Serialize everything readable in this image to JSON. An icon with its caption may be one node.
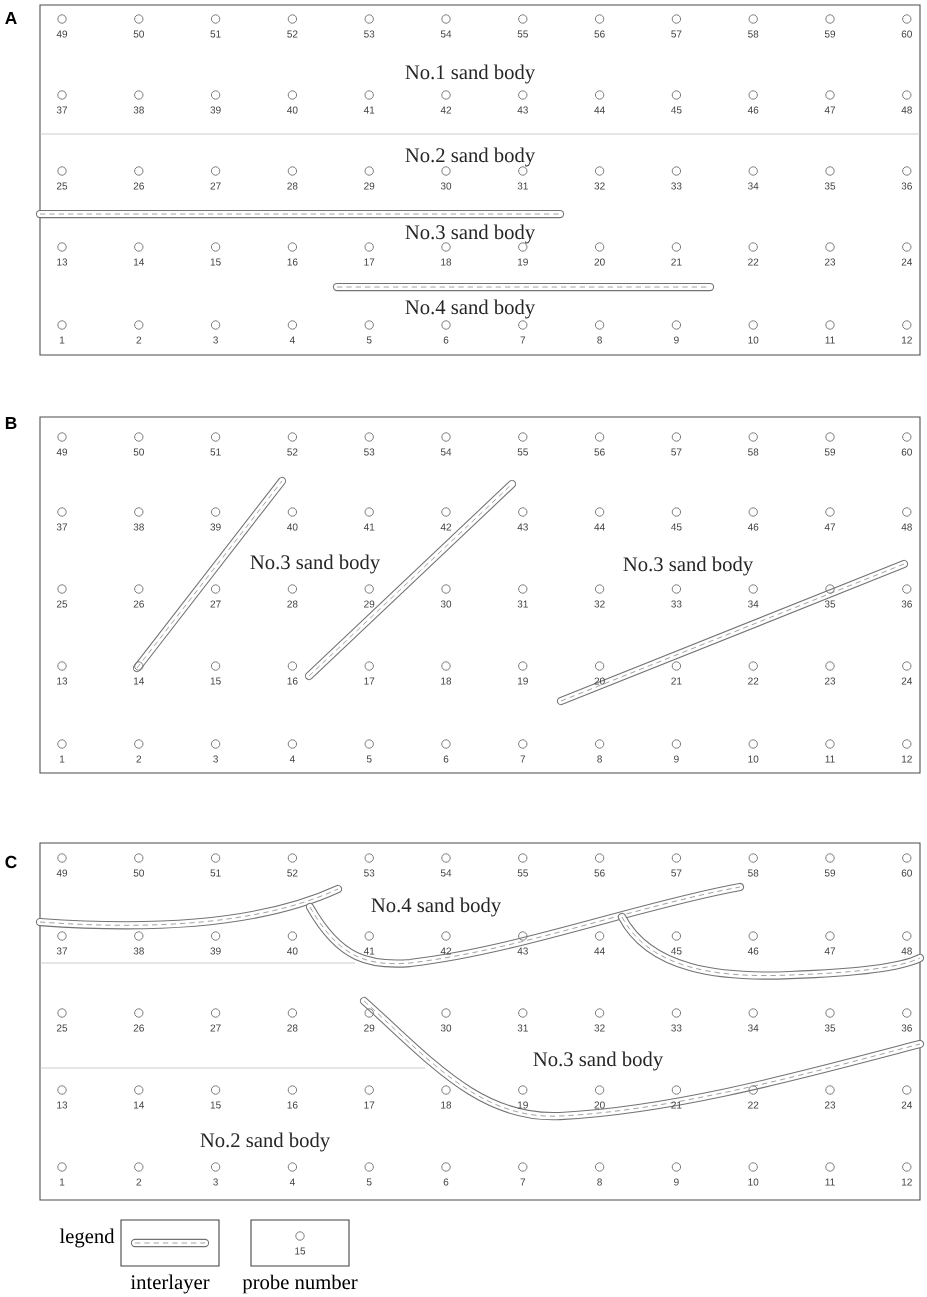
{
  "diagram": {
    "labels": [
      "A",
      "49",
      "50",
      "51",
      "52",
      "53",
      "54",
      "55",
      "56",
      "57",
      "58",
      "59",
      "60",
      "37",
      "38",
      "39",
      "40",
      "41",
      "42",
      "43",
      "44",
      "45",
      "46",
      "47",
      "48",
      "25",
      "26",
      "27",
      "28",
      "29",
      "30",
      "31",
      "32",
      "33",
      "34",
      "35",
      "36",
      "13",
      "14",
      "15",
      "16",
      "17",
      "18",
      "19",
      "20",
      "21",
      "22",
      "23",
      "24",
      "1",
      "2",
      "3",
      "4",
      "5",
      "6",
      "7",
      "8",
      "9",
      "10",
      "11",
      "12",
      "No.1 sand body",
      "No.2 sand body",
      "No.3 sand body",
      "No.4 sand body",
      "B",
      "49",
      "50",
      "51",
      "52",
      "53",
      "54",
      "55",
      "56",
      "57",
      "58",
      "59",
      "60",
      "37",
      "38",
      "39",
      "40",
      "41",
      "42",
      "43",
      "44",
      "45",
      "46",
      "47",
      "48",
      "25",
      "26",
      "27",
      "28",
      "29",
      "30",
      "31",
      "32",
      "33",
      "34",
      "35",
      "36",
      "13",
      "14",
      "15",
      "16",
      "17",
      "18",
      "19",
      "20",
      "21",
      "22",
      "23",
      "24",
      "1",
      "2",
      "3",
      "4",
      "5",
      "6",
      "7",
      "8",
      "9",
      "10",
      "11",
      "12",
      "No.3 sand body",
      "No.3 sand body",
      "C",
      "49",
      "50",
      "51",
      "52",
      "53",
      "54",
      "55",
      "56",
      "57",
      "58",
      "59",
      "60",
      "37",
      "38",
      "39",
      "40",
      "41",
      "42",
      "43",
      "44",
      "45",
      "46",
      "47",
      "48",
      "25",
      "26",
      "27",
      "28",
      "29",
      "30",
      "31",
      "32",
      "33",
      "34",
      "35",
      "36",
      "13",
      "14",
      "15",
      "16",
      "17",
      "18",
      "19",
      "20",
      "21",
      "22",
      "23",
      "24",
      "1",
      "2",
      "3",
      "4",
      "5",
      "6",
      "7",
      "8",
      "9",
      "10",
      "11",
      "12",
      "No.4 sand body",
      "No.3 sand body",
      "No.2 sand body",
      "legend",
      "15"
    ],
    "legend": [
      {
        "text": "interlayer"
      },
      {
        "text": "probe number"
      }
    ]
  }
}
